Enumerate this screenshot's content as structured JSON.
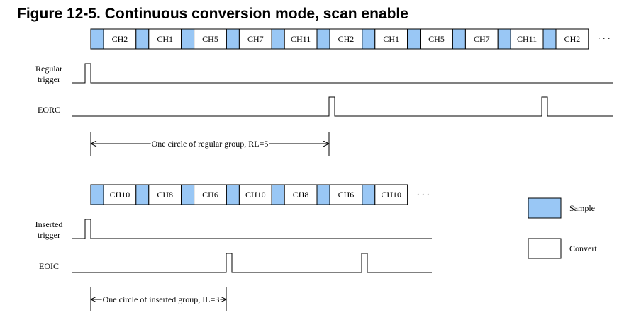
{
  "title": "Figure 12-5. Continuous conversion mode, scan enable",
  "colors": {
    "sample": "#99c7f5",
    "convert": "#ffffff",
    "line": "#000000"
  },
  "regular": {
    "channels": [
      "CH2",
      "CH1",
      "CH5",
      "CH7",
      "CH11",
      "CH2",
      "CH1",
      "CH5",
      "CH7",
      "CH11",
      "CH2"
    ],
    "ellipsis": "· · ·",
    "trigger_label": [
      "Regular",
      "trigger"
    ],
    "eoc_label": "EORC",
    "circle_label": "One circle of regular group, RL=5"
  },
  "inserted": {
    "channels": [
      "CH10",
      "CH8",
      "CH6",
      "CH10",
      "CH8",
      "CH6",
      "CH10"
    ],
    "ellipsis": "· · ·",
    "trigger_label": [
      "Inserted",
      "trigger"
    ],
    "eoc_label": "EOIC",
    "circle_label": "One circle of inserted group, IL=3"
  },
  "legend": {
    "sample": "Sample",
    "convert": "Convert"
  }
}
